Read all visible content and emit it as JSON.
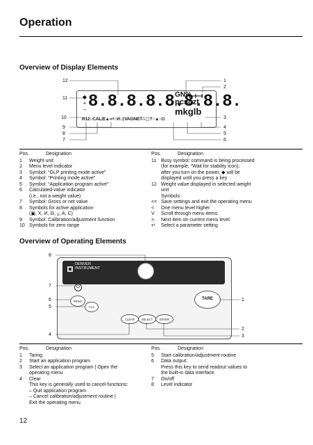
{
  "page_title": "Operation",
  "display_section": {
    "heading": "Overview of Display Elements",
    "callouts": [
      "1",
      "2",
      "3",
      "4",
      "5",
      "6",
      "7",
      "8",
      "9",
      "10",
      "11",
      "12"
    ],
    "lcd_digits": "8.8.8.8.8.8.8.8.",
    "lcd_units_1": "GN%",
    "lcd_units_2": "pcsozt",
    "lcd_units_3": "mkglb",
    "lcd_bottom_row": "R12○CAL⊞▲«≡↑И↓‡VAGNET∴▢?○▲○◘",
    "col_head_pos": "Pos.",
    "col_head_designation": "Designation",
    "left_items": [
      {
        "pos": "1",
        "text": "Weight unit"
      },
      {
        "pos": "2",
        "text": "Menu level indicator"
      },
      {
        "pos": "3",
        "text": "Symbol: “GLP printing mode active”"
      },
      {
        "pos": "4",
        "text": "Symbol: “Printing mode active”"
      },
      {
        "pos": "5",
        "text": "Symbol: “Application program active”"
      },
      {
        "pos": "6",
        "text": "Calculated-value indicator"
      },
      {
        "pos": "",
        "text": "(i.e., not a weight value)"
      },
      {
        "pos": "7",
        "text": "Symbol: Gross or net value"
      },
      {
        "pos": "8",
        "text": "Symbols for active application"
      },
      {
        "pos": "",
        "text": "(▣, Х, И, ⊟, ⤓, A, C)"
      },
      {
        "pos": "9",
        "text": "Symbol: Calibration/adjustment function"
      },
      {
        "pos": "10",
        "text": "Symbols for zero range"
      }
    ],
    "right_items": [
      {
        "pos": "11",
        "text": "Busy symbol: command is being processed"
      },
      {
        "pos": "",
        "text": "(for example, “Wait for stability icon);"
      },
      {
        "pos": "",
        "text": "after you turn on the power, ◆ will be"
      },
      {
        "pos": "",
        "text": "displayed until you press a key"
      },
      {
        "pos": "12",
        "text": "Weight value displayed in selected weight"
      },
      {
        "pos": "",
        "text": "unit"
      },
      {
        "pos": "",
        "text": "Symbols:"
      },
      {
        "pos": "<<",
        "text": "Save settings and exit the operating menu"
      },
      {
        "pos": "<",
        "text": "One menu level higher"
      },
      {
        "pos": "V",
        "text": "Scroll through menu items"
      },
      {
        "pos": ">",
        "text": "Next item on current menu level"
      },
      {
        "pos": "↵",
        "text": "Select a parameter setting"
      }
    ]
  },
  "operating_section": {
    "heading": "Overview of Operating Elements",
    "brand_line_1": "DENVER",
    "brand_line_2": "INSTRUMENT",
    "btn_print": "PRINT",
    "btn_cal": "CAL",
    "btn_tare": "TARE",
    "btn_clear": "CLEAR",
    "btn_select": "SELECT",
    "btn_enter": "ENTER",
    "callouts": [
      "1",
      "2",
      "3",
      "4",
      "5",
      "6",
      "7",
      "8"
    ],
    "col_head_pos": "Pos.",
    "col_head_designation": "Designation",
    "left_items": [
      {
        "pos": "1",
        "text": "Taring"
      },
      {
        "pos": "2",
        "text": "Start an application program"
      },
      {
        "pos": "3",
        "text": "Select an application program | Open the"
      },
      {
        "pos": "",
        "text": "operating menu"
      },
      {
        "pos": "4",
        "text": "Clear"
      },
      {
        "pos": "",
        "text": "This key is generally used to cancel functions:"
      },
      {
        "pos": "",
        "text": "–  Quit application program"
      },
      {
        "pos": "",
        "text": "–  Cancel calibration/adjustment routine |"
      },
      {
        "pos": "",
        "text": "    Exit the operating menu"
      }
    ],
    "right_items": [
      {
        "pos": "5",
        "text": "Start calibration/adjustment routine"
      },
      {
        "pos": "6",
        "text": "Data output:"
      },
      {
        "pos": "",
        "text": "Press this key to send readout values to"
      },
      {
        "pos": "",
        "text": "the built-in data interface."
      },
      {
        "pos": "7",
        "text": "On/off"
      },
      {
        "pos": "8",
        "text": "Level indicator"
      }
    ]
  },
  "page_number": "12"
}
